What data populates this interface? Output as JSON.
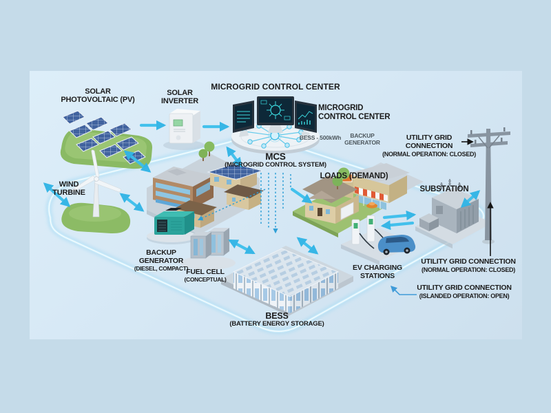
{
  "colors": {
    "background_outer": "#c5dbe9",
    "background_inner": "#d9eaf6",
    "arrow_accent": "#3cbfec",
    "loop_glow": "#aadcf4",
    "dotted_line": "#2f9fd6",
    "text_primary": "#1c1c1c",
    "text_muted": "#4e585e",
    "annotation_black": "#151515",
    "annotation_blue": "#3f9bd8"
  },
  "components": [
    "solar-pv-array",
    "solar-inverter-unit",
    "microgrid-control-center-unit",
    "wind-turbine-unit",
    "community-buildings",
    "backup-generator-unit",
    "fuel-cell-unit",
    "bess-battery-array",
    "loads-buildings",
    "ev-charging-stations-unit",
    "substation-unit",
    "utility-pole"
  ],
  "labels": {
    "heading": "MICROGRID CONTROL CENTER",
    "solar_pv": {
      "line1": "SOLAR",
      "line2": "PHOTOVOLTAIC (PV)"
    },
    "solar_inverter": {
      "line1": "SOLAR",
      "line2": "INVERTER"
    },
    "mcc_side": {
      "line1": "MICROGRID",
      "line2": "CONTROL CENTER"
    },
    "bess_capacity": "BESS - 500kWh",
    "backup_gen_note": {
      "line1": "BACKUP",
      "line2": "GENERATOR"
    },
    "mcs": {
      "line1": "MCS",
      "line2": "(MICROGRID CONTROL SYSTEM)"
    },
    "utility_top": {
      "line1": "UTILITY GRID",
      "line2": "CONNECTION",
      "line3": "(NORMAL OPERATION: CLOSED)"
    },
    "wind": {
      "line1": "WIND",
      "line2": "TURBINE"
    },
    "loads": "LOADS (DEMAND)",
    "substation": "SUBSTATION",
    "backup_generator": {
      "line1": "BACKUP",
      "line2": "GENERATOR",
      "line3": "(DIESEL, COMPACT)"
    },
    "fuel_cell": {
      "line1": "FUEL CELL",
      "line2": "(CONCEPTUAL)"
    },
    "bess": {
      "line1": "BESS",
      "line2": "(BATTERY ENERGY STORAGE)"
    },
    "ev": {
      "line1": "EV CHARGING",
      "line2": "STATIONS"
    },
    "utility_right": {
      "line1": "UTILITY GRID CONNECTION",
      "line2": "(NORMAL OPERATION: CLOSED)"
    },
    "utility_islanded": {
      "line1": "UTILITY GRID CONNECTION",
      "line2": "(ISLANDED OPERATION: OPEN)"
    }
  }
}
